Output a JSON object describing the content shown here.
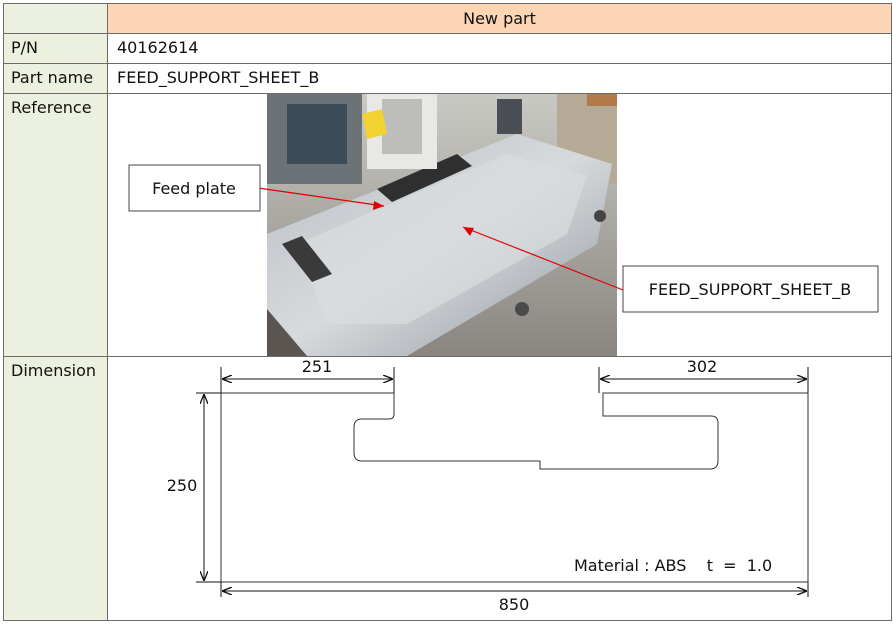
{
  "header": {
    "title": "New part"
  },
  "rows": {
    "pn": {
      "label": "P/N",
      "value": "40162614"
    },
    "part_name": {
      "label": "Part name",
      "value": "FEED_SUPPORT_SHEET_B"
    },
    "reference": {
      "label": "Reference"
    },
    "dimension": {
      "label": "Dimension"
    }
  },
  "reference_photo": {
    "callouts": {
      "feed_plate": "Feed plate",
      "feed_support_sheet": "FEED_SUPPORT_SHEET_B"
    },
    "arrow_color": "#e00000"
  },
  "drawing": {
    "dims": {
      "left_slot": "251",
      "right_slot": "302",
      "height": "250",
      "width": "850"
    },
    "material_note": "Material : ABS    t  =  1.0"
  }
}
